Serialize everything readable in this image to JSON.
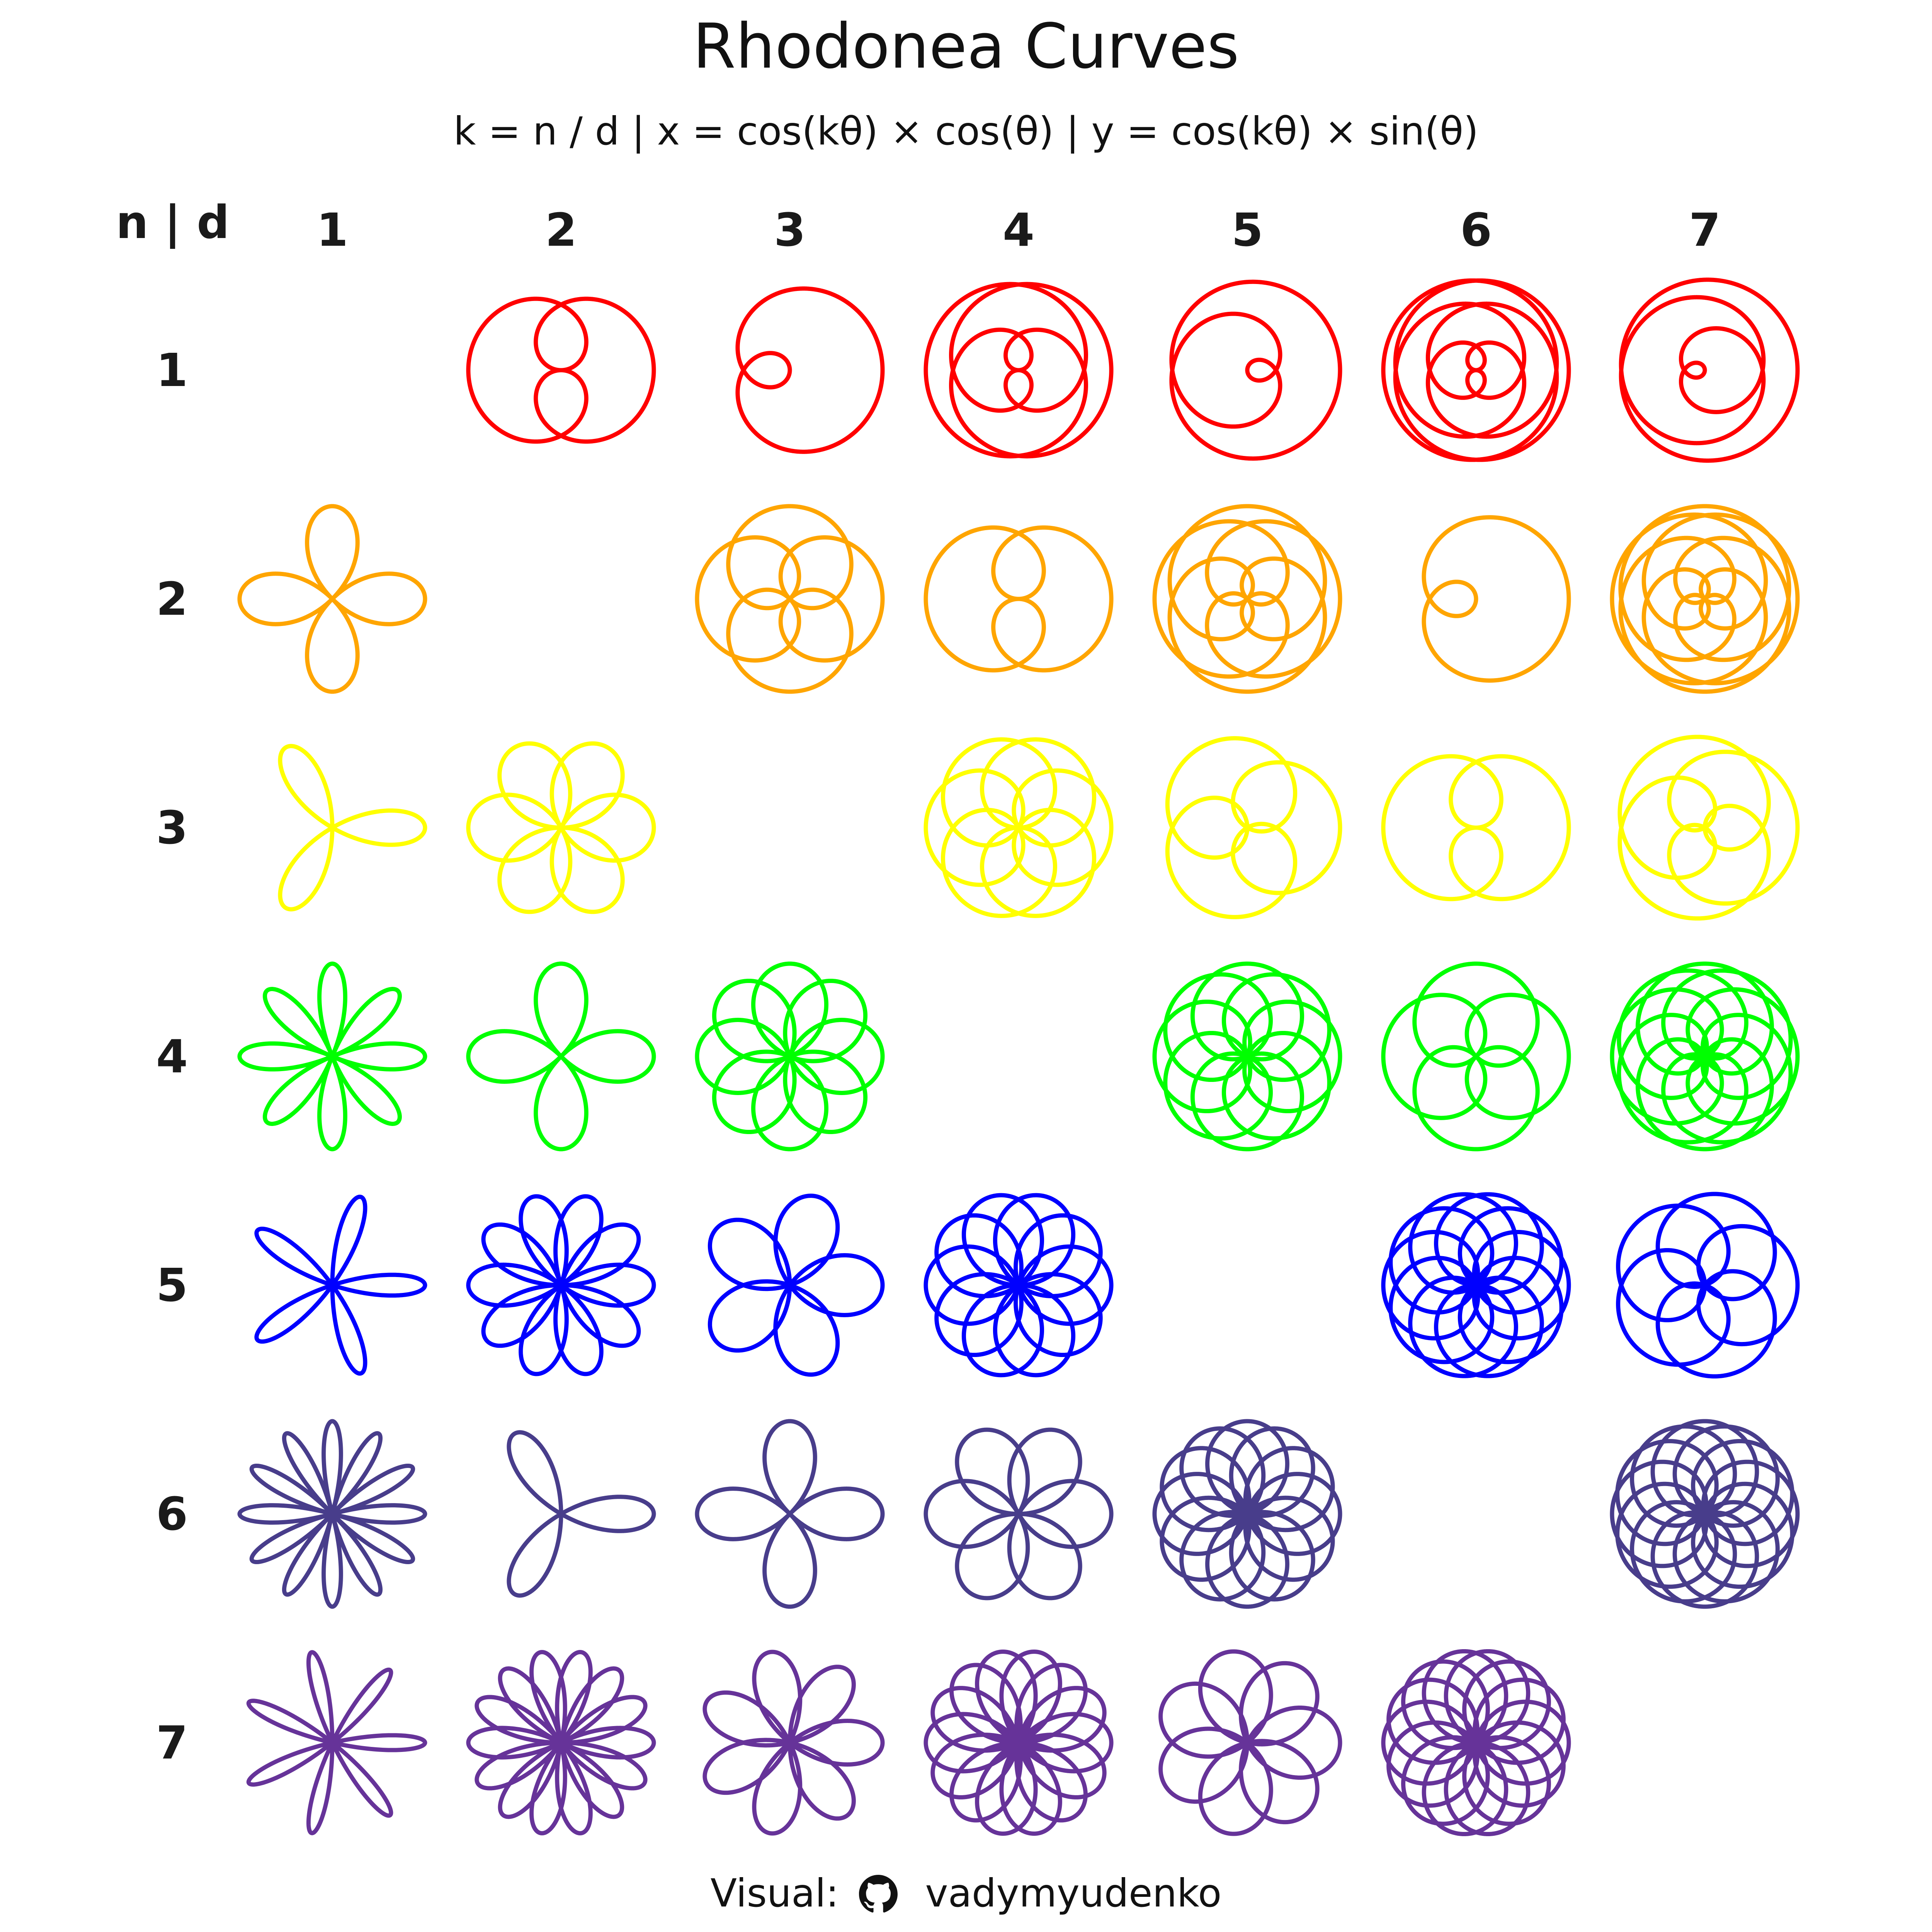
{
  "title": "Rhodonea Curves",
  "subtitle": "k = n / d |  x = cos(kθ) × cos(θ) |  y = cos(kθ) × sin(θ)",
  "corner_label": "n | d",
  "footer": {
    "prefix": "Visual:",
    "icon": "github-icon",
    "author": "vadymyudenko"
  },
  "chart_data": {
    "type": "line",
    "title": "Rhodonea Curves",
    "n_values": [
      1,
      2,
      3,
      4,
      5,
      6,
      7
    ],
    "d_values": [
      1,
      2,
      3,
      4,
      5,
      6,
      7
    ],
    "row_labels": [
      "1",
      "2",
      "3",
      "4",
      "5",
      "6",
      "7"
    ],
    "col_labels": [
      "1",
      "2",
      "3",
      "4",
      "5",
      "6",
      "7"
    ],
    "row_colors": [
      "#ff0000",
      "#ffa500",
      "#ffff00",
      "#00ff00",
      "#0000ff",
      "#483d8b",
      "#663399"
    ],
    "empty_cells": "n = d (diagonal)",
    "x_formula": "cos(kθ) × cos(θ)",
    "y_formula": "cos(kθ) × sin(θ)",
    "k_formula": "n / d"
  }
}
